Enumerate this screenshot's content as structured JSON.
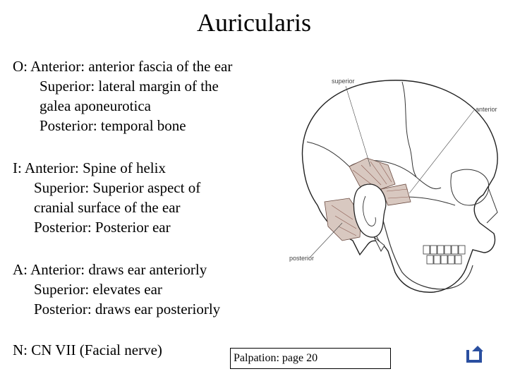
{
  "title": "Auricularis",
  "origin": {
    "lines": [
      "O:  Anterior: anterior fascia of the ear",
      "Superior:  lateral margin of the",
      "galea aponeurotica",
      "Posterior:  temporal bone"
    ]
  },
  "insertion": {
    "lines": [
      "I:   Anterior:  Spine of helix",
      "Superior: Superior aspect of",
      "cranial surface of the ear",
      "Posterior: Posterior ear"
    ]
  },
  "action": {
    "lines": [
      "A:  Anterior: draws ear anteriorly",
      "Superior: elevates ear",
      "Posterior: draws ear posteriorly"
    ]
  },
  "nerve": "N: CN VII (Facial nerve)",
  "palpation": "Palpation:  page 20",
  "figure": {
    "labels": {
      "superior": "superior",
      "anterior": "anterior",
      "posterior": "posterior"
    },
    "muscle_color": "#d8c8c0",
    "return_icon": "return-arrow-icon",
    "return_icon_color": "#2a4fa0"
  }
}
